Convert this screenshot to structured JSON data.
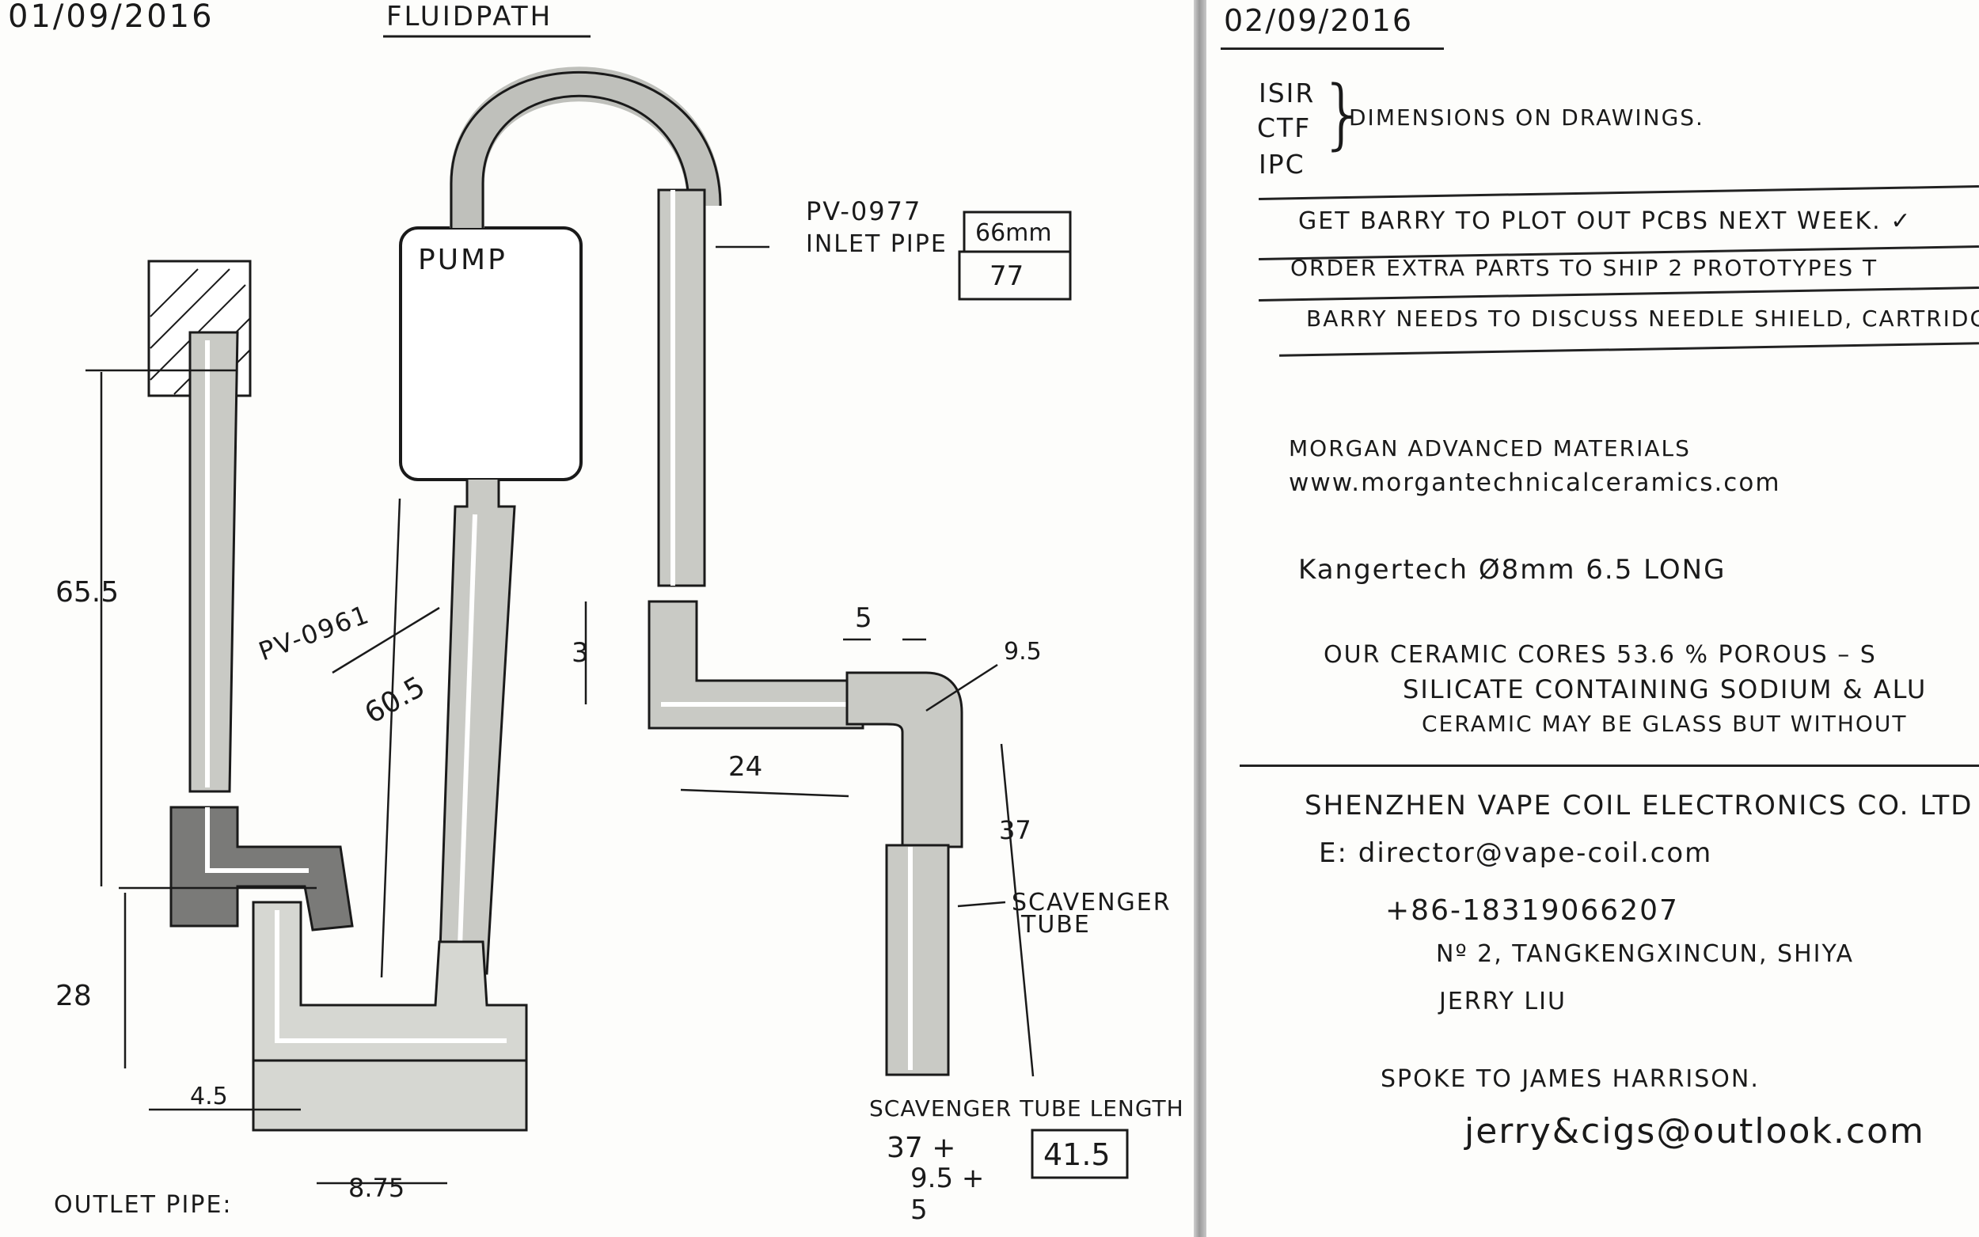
{
  "left_page": {
    "date": "01/09/2016",
    "title": "FLUIDPATH",
    "pump_label": "PUMP",
    "inlet_ref": "PV-0977",
    "inlet_label": "INLET PIPE",
    "inlet_box_top": "66mm",
    "inlet_box_bottom": "77",
    "pv_0961": "PV-0961",
    "dim_65_5": "65.5",
    "dim_60_5": "60.5",
    "dim_28": "28",
    "dim_4_5": "4.5",
    "dim_8_75": "8.75",
    "dim_3": "3",
    "dim_5": "5",
    "dim_9_5": "9.5",
    "dim_24": "24",
    "dim_37": "37",
    "scavenger_line1": "SCAVENGER",
    "scavenger_line2": "TUBE",
    "scavenger_length": "SCAVENGER TUBE LENGTH",
    "sum_37": "37 +",
    "sum_9_5": "9.5 +",
    "sum_5": "5",
    "sum_total": "41.5",
    "outlet_pipe": "OUTLET PIPE:"
  },
  "right_page": {
    "date": "02/09/2016",
    "standards": [
      "ISIR",
      "CTF",
      "IPC"
    ],
    "standards_note": "DIMENSIONS ON DRAWINGS.",
    "todo_1": "GET BARRY TO PLOT OUT PCBS NEXT WEEK. ✓",
    "todo_2": "ORDER EXTRA PARTS TO SHIP 2 PROTOTYPES T",
    "todo_3": "BARRY NEEDS TO DISCUSS NEEDLE SHIELD, CARTRIDGE L",
    "morgan_name": "MORGAN ADVANCED MATERIALS",
    "morgan_url": "www.morgantechnicalceramics.com",
    "kanger_line": "Kangertech   Ø8mm   6.5 LONG",
    "ceramic_1": "OUR CERAMIC CORES  53.6 % POROUS  –  S",
    "ceramic_2": "SILICATE  CONTAINING SODIUM & ALU",
    "ceramic_3": "CERAMIC MAY BE GLASS BUT WITHOUT",
    "shenzhen": "SHENZHEN VAPE COIL ELECTRONICS CO. LTD",
    "email": "E: director@vape-coil.com",
    "phone": "+86-18319066207",
    "address": "Nº 2, TANGKENGXINCUN, SHIYA",
    "contact": "JERRY LIU",
    "spoke": "SPOKE TO JAMES HARRISON.",
    "email2": "jerry&cigs@outlook.com"
  }
}
